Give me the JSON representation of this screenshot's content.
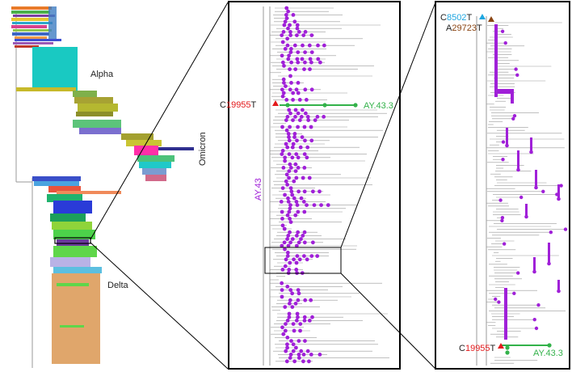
{
  "tree_labels": {
    "alpha": "Alpha",
    "omicron": "Omicron",
    "delta": "Delta"
  },
  "middle_panel": {
    "lineage_vertical": "AY.43",
    "mutation": {
      "prefix": "C",
      "position": "19955",
      "suffix": "T"
    },
    "clade": "AY.43.3"
  },
  "right_panel": {
    "mutation_top": {
      "prefix": "C",
      "position": "8502",
      "suffix": "T"
    },
    "mutation_second": {
      "prefix": "A",
      "position": "29723",
      "suffix": "T"
    },
    "mutation_bottom": {
      "prefix": "C",
      "position": "19955",
      "suffix": "T"
    },
    "clade": "AY.43.3"
  },
  "colors": {
    "lineage_purple": "#a020d8",
    "clade_green": "#33b24a",
    "mutation_red": "#e31a1c",
    "mutation_cyan": "#1fa6e0",
    "mutation_brown": "#8b4513",
    "branch_grey": "#9a9a9a",
    "frame_black": "#000000"
  }
}
